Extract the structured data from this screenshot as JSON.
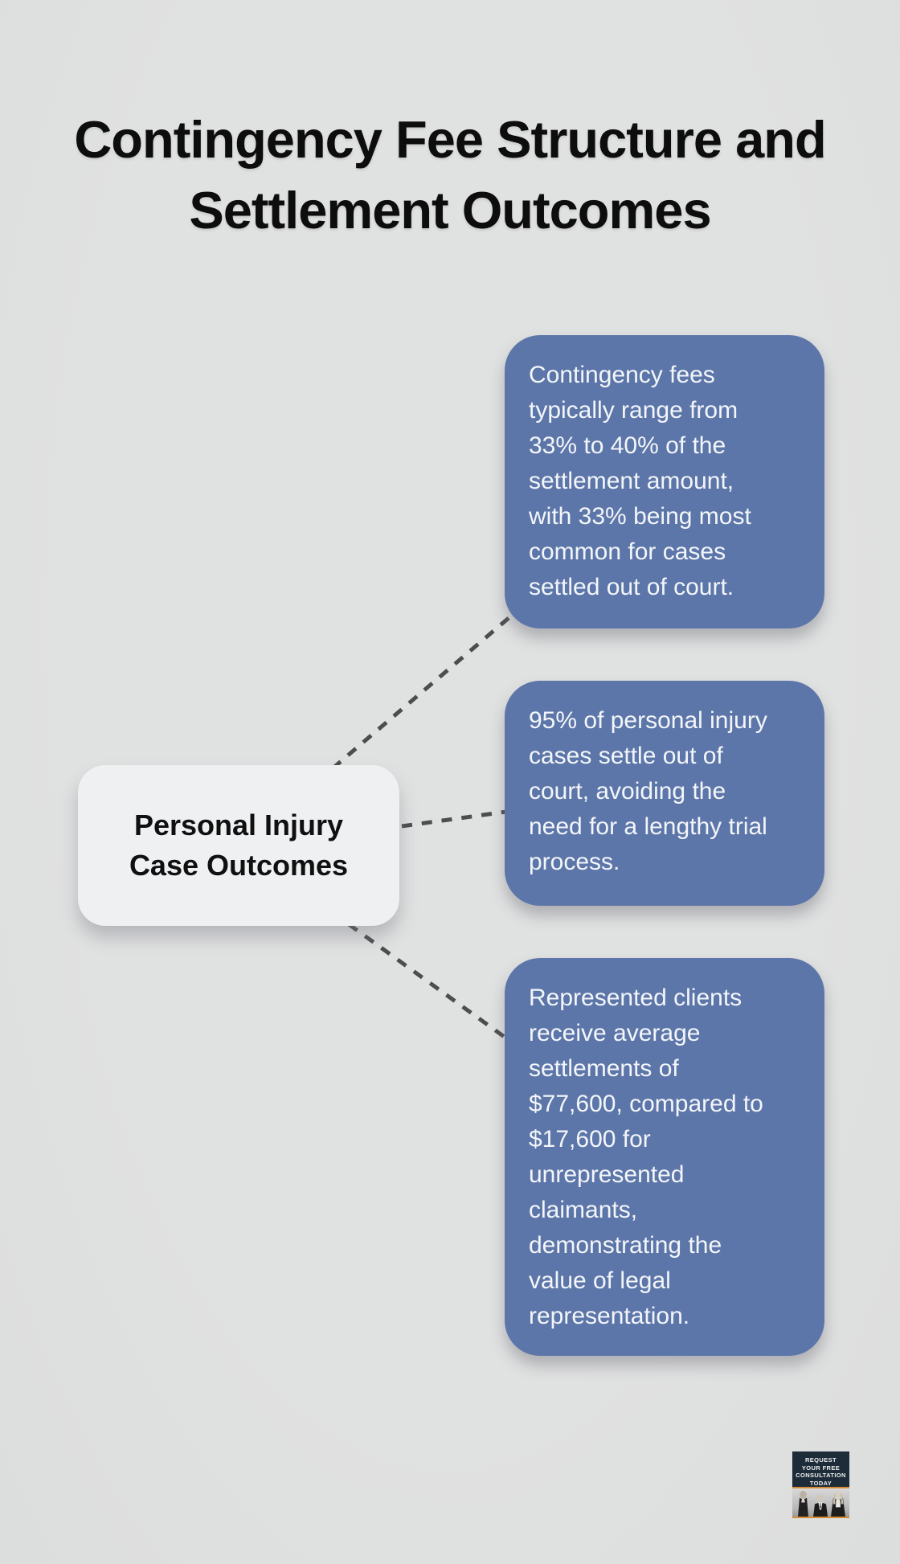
{
  "page": {
    "background_color": "#dfe0e0",
    "title_lines": [
      "Contingency Fee Structure and",
      "Settlement Outcomes"
    ]
  },
  "mindmap": {
    "root": {
      "label_lines": [
        "Personal Injury",
        "Case Outcomes"
      ],
      "fill": "#eff0f2",
      "text_color": "#101010"
    },
    "branch_fill": "#5d76a9",
    "branch_text_color": "#f3f6f9",
    "connector_color": "#4d4d4d",
    "branches": [
      {
        "lines": [
          "Contingency fees",
          "typically range from",
          "33% to 40% of the",
          "settlement amount,",
          "with 33% being most",
          "common for cases",
          "settled out of court."
        ]
      },
      {
        "lines": [
          "95% of personal injury",
          "cases settle out of",
          "court, avoiding the",
          "need for a lengthy trial",
          "process."
        ]
      },
      {
        "lines": [
          "Represented clients",
          "receive average",
          "settlements of",
          "$77,600, compared to",
          "$17,600 for",
          "unrepresented",
          "claimants,",
          "demonstrating the",
          "value of legal",
          "representation."
        ]
      }
    ]
  },
  "badge": {
    "text_lines": [
      "REQUEST",
      "YOUR FREE",
      "CONSULTATION",
      "TODAY"
    ],
    "background_color": "#1e2c39",
    "accent_color": "#d88b35",
    "photo": "three-attorneys-photo"
  }
}
